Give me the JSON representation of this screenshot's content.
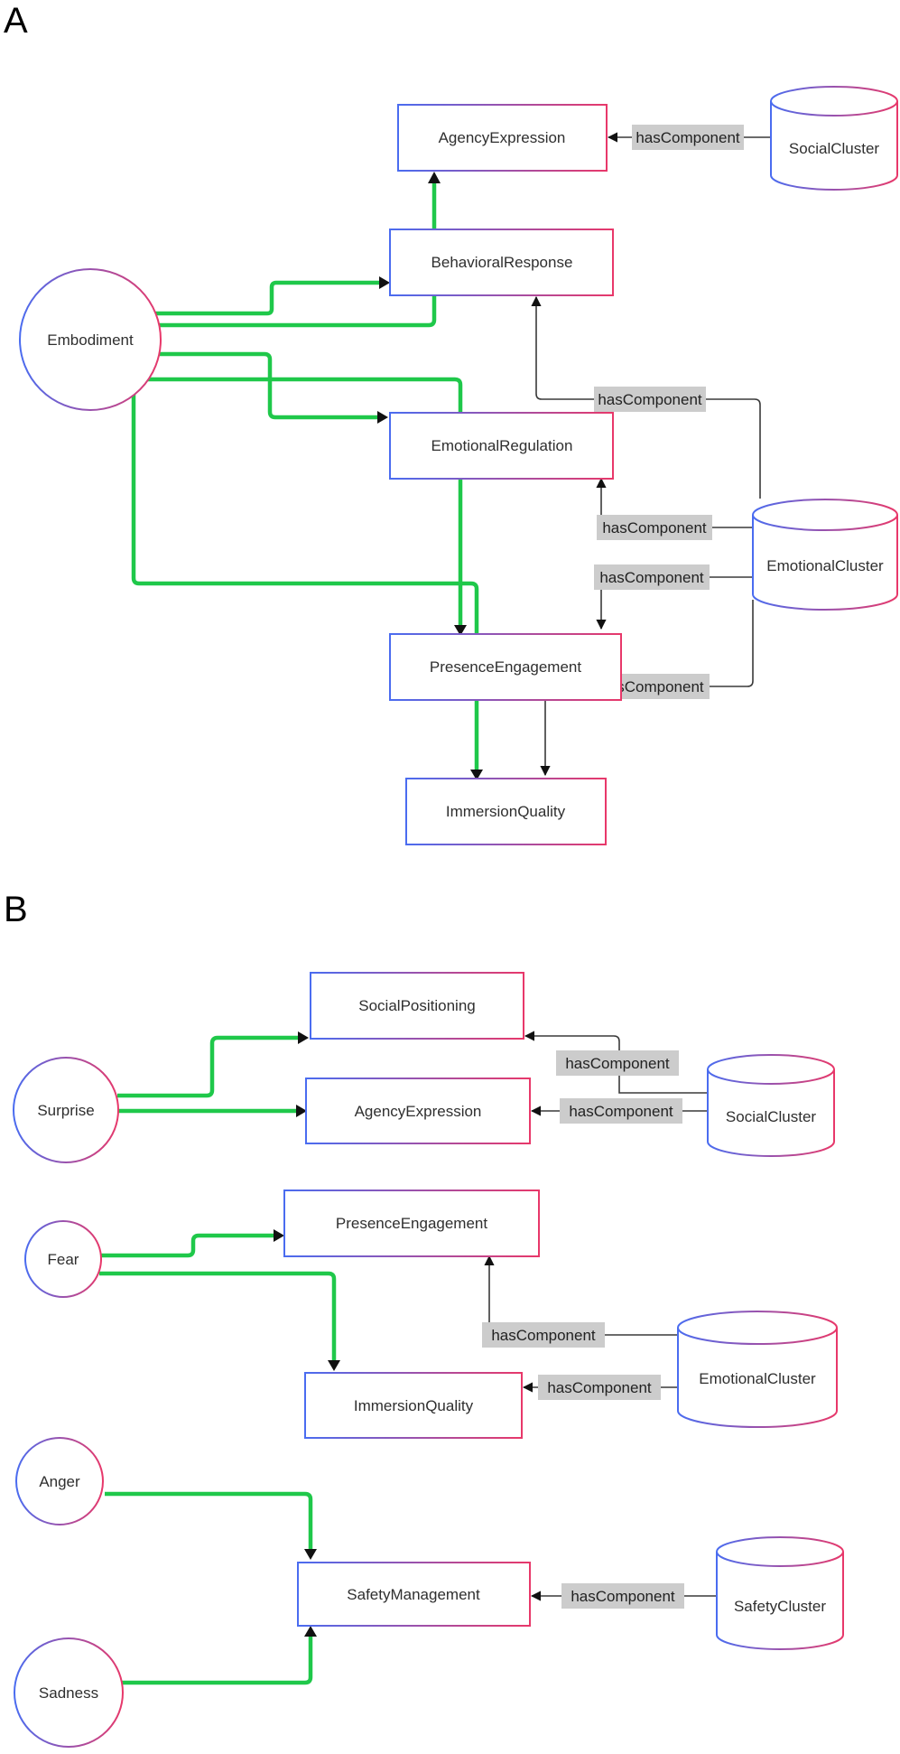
{
  "panels": {
    "a": {
      "label": "A"
    },
    "b": {
      "label": "B"
    }
  },
  "colors": {
    "flow": "#1fc84a",
    "link": "#3a3a3a",
    "node_gradient_start": "#4a6cf0",
    "node_gradient_end": "#e8386a",
    "edge_label_bg": "#cccccc"
  },
  "edge_label": "hasComponent",
  "nodes": {
    "a_agency_expression": "AgencyExpression",
    "a_social_cluster": "SocialCluster",
    "a_behavioral_response": "BehavioralResponse",
    "a_embodiment": "Embodiment",
    "a_emotional_regulation": "EmotionalRegulation",
    "a_emotional_cluster": "EmotionalCluster",
    "a_presence_engagement": "PresenceEngagement",
    "a_immersion_quality": "ImmersionQuality",
    "b_social_positioning": "SocialPositioning",
    "b_surprise": "Surprise",
    "b_agency_expression": "AgencyExpression",
    "b_social_cluster": "SocialCluster",
    "b_fear": "Fear",
    "b_presence_engagement": "PresenceEngagement",
    "b_emotional_cluster": "EmotionalCluster",
    "b_immersion_quality": "ImmersionQuality",
    "b_anger": "Anger",
    "b_safety_management": "SafetyManagement",
    "b_sadness": "Sadness",
    "b_safety_cluster": "SafetyCluster"
  }
}
